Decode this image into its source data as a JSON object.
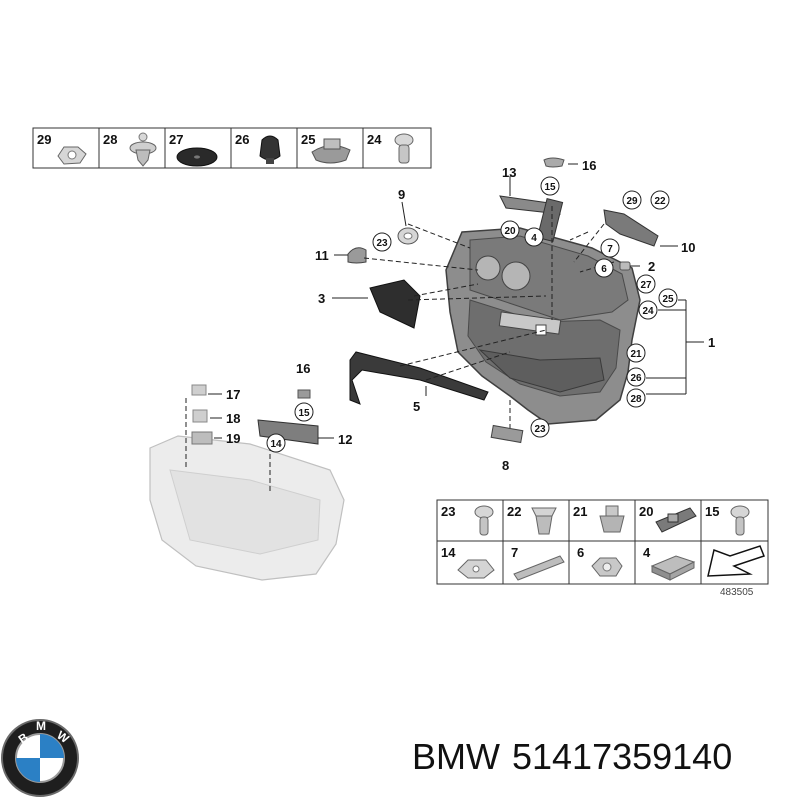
{
  "parts_strip": [
    {
      "num": "29",
      "icon": "clip-icon"
    },
    {
      "num": "28",
      "icon": "expanding-rivet-icon"
    },
    {
      "num": "27",
      "icon": "washer-icon"
    },
    {
      "num": "26",
      "icon": "grommet-icon"
    },
    {
      "num": "25",
      "icon": "panel-clip-icon"
    },
    {
      "num": "24",
      "icon": "screw-icon"
    }
  ],
  "parts_table_top": [
    {
      "num": "23",
      "icon": "screw-icon"
    },
    {
      "num": "22",
      "icon": "expanding-nut-icon"
    },
    {
      "num": "21",
      "icon": "retainer-clip-icon"
    },
    {
      "num": "20",
      "icon": "bracket-clip-icon"
    },
    {
      "num": "15",
      "icon": "screw-icon"
    }
  ],
  "parts_table_bottom": [
    {
      "num": "14",
      "icon": "speed-nut-icon"
    },
    {
      "num": "7",
      "icon": "clip-strip-icon"
    },
    {
      "num": "6",
      "icon": "hex-nut-icon"
    },
    {
      "num": "4",
      "icon": "pad-icon"
    },
    {
      "num": "",
      "icon": "arrow-icon"
    }
  ],
  "callouts": {
    "c1": "1",
    "c2": "2",
    "c3": "3",
    "c5": "5",
    "c8": "8",
    "c9": "9",
    "c10": "10",
    "c11": "11",
    "c12": "12",
    "c13": "13",
    "c16a": "16",
    "c16b": "16",
    "c17": "17",
    "c18": "18",
    "c19": "19",
    "r15a": "15",
    "r15b": "15",
    "r20": "20",
    "r4": "4",
    "r29": "29",
    "r22": "22",
    "r7": "7",
    "r6": "6",
    "r27": "27",
    "r25": "25",
    "r24": "24",
    "r23a": "23",
    "r23b": "23",
    "r21": "21",
    "r26": "26",
    "r28": "28",
    "r14": "14"
  },
  "diagram_code": "483505",
  "brand": "BMW",
  "part_number": "51417359140",
  "colors": {
    "panel": "#8d8d8d",
    "panel_dark": "#5a5a5a",
    "ghost": "#e8e8e8",
    "table_border": "#333333"
  }
}
